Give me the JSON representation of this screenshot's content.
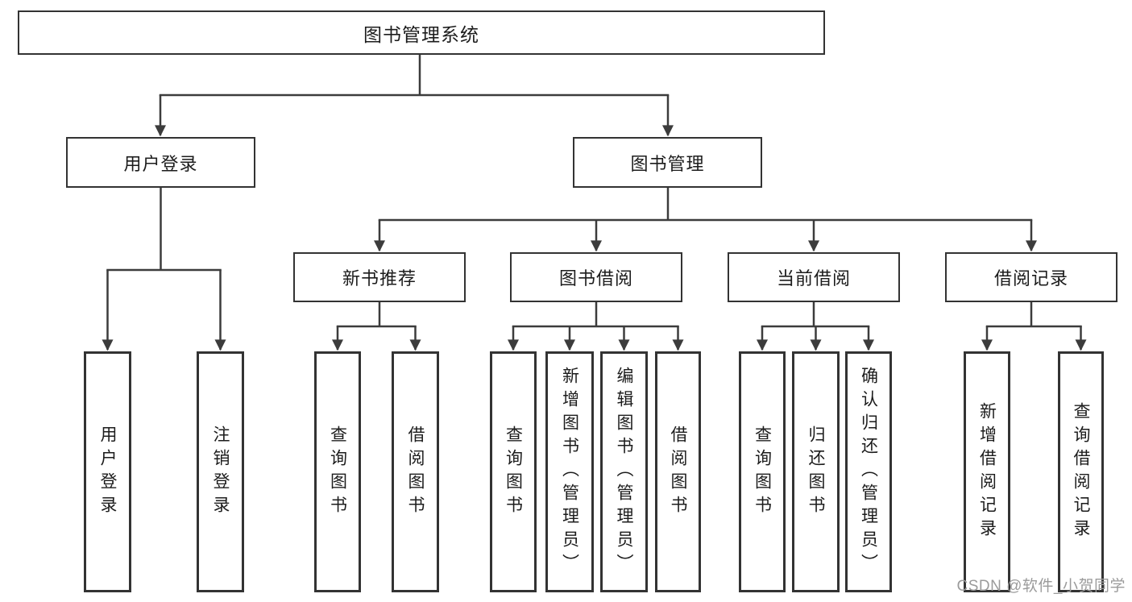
{
  "diagram": {
    "type": "hierarchy-tree",
    "root": {
      "label": "图书管理系统"
    },
    "branches": [
      {
        "label": "用户登录",
        "children": [
          {
            "label": "用户登录"
          },
          {
            "label": "注销登录"
          }
        ]
      },
      {
        "label": "图书管理",
        "children": [
          {
            "label": "新书推荐",
            "children": [
              {
                "label": "查询图书"
              },
              {
                "label": "借阅图书"
              }
            ]
          },
          {
            "label": "图书借阅",
            "children": [
              {
                "label": "查询图书"
              },
              {
                "label": "新增图书（管理员）"
              },
              {
                "label": "编辑图书（管理员）"
              },
              {
                "label": "借阅图书"
              }
            ]
          },
          {
            "label": "当前借阅",
            "children": [
              {
                "label": "查询图书"
              },
              {
                "label": "归还图书"
              },
              {
                "label": "确认归还（管理员）"
              }
            ]
          },
          {
            "label": "借阅记录",
            "children": [
              {
                "label": "新增借阅记录"
              },
              {
                "label": "查询借阅记录"
              }
            ]
          }
        ]
      }
    ]
  },
  "watermark": {
    "text": "CSDN @软件_小贺同学"
  },
  "colors": {
    "line": "#3c3c3c",
    "box_border": "#333333",
    "text": "#1c1c1c",
    "watermark_text": "#9b9b9b",
    "background": "#ffffff"
  }
}
